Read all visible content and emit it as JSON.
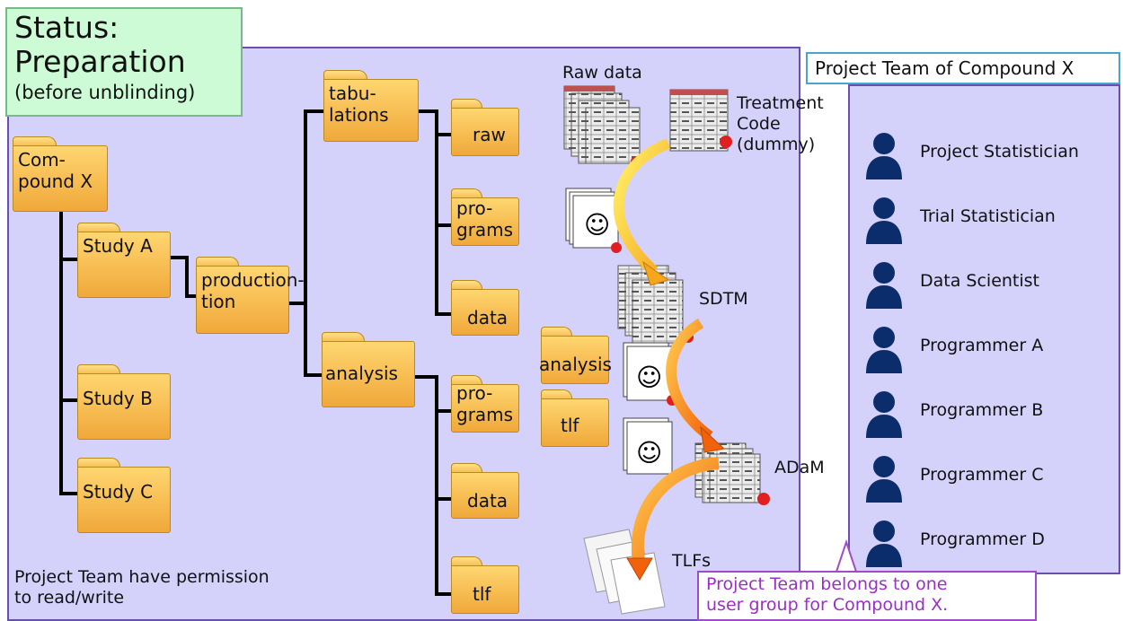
{
  "status": {
    "line1": "Status:",
    "line2": "Preparation",
    "line3": "(before unblinding)"
  },
  "folders": {
    "compound": "Com-\npound X",
    "study_a": "Study A",
    "study_b": "Study B",
    "study_c": "Study C",
    "production": "production-\ntion",
    "tabulations": "tabu-\nlations",
    "tab_raw": "raw",
    "tab_programs": "pro-\ngrams",
    "tab_data": "data",
    "analysis": "analysis",
    "an_programs": "pro-\ngrams",
    "an_data": "data",
    "an_tlf": "tlf",
    "mid_analysis": "analysis",
    "mid_tlf": "tlf"
  },
  "flow": {
    "raw_data": "Raw data",
    "treatment_code": "Treatment\nCode\n(dummy)",
    "sdtm": "SDTM",
    "adam": "ADaM",
    "tlfs": "TLFs"
  },
  "permission_note": "Project Team have permission\nto read/write",
  "team": {
    "title": "Project Team of Compound X",
    "members": [
      "Project Statistician",
      "Trial Statistician",
      "Data Scientist",
      "Programmer A",
      "Programmer B",
      "Programmer C",
      "Programmer D"
    ]
  },
  "callout": "Project Team belongs to one\nuser group for Compound X.",
  "colors": {
    "panel": "#d4d1fb",
    "panel_border": "#6a4fb0",
    "folder": "#f5b94a",
    "person": "#0c2d6b",
    "callout_text": "#9b2fc4"
  }
}
